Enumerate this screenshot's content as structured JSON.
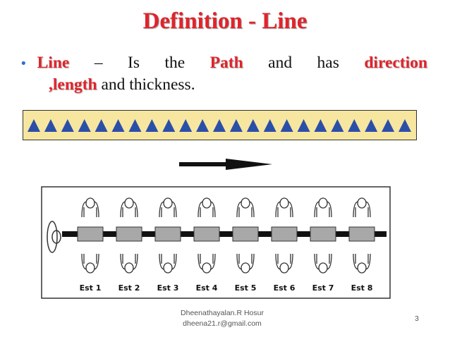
{
  "slide": {
    "title": "Definition - Line",
    "bullet": {
      "dot": "•",
      "w1": "Line",
      "w2": "–",
      "w3": "Is",
      "w4": "the",
      "w5": "Path",
      "w6": "and",
      "w7": "has",
      "w8": "direction",
      "w9": ",length",
      "w10": "and thickness."
    },
    "colors": {
      "highlight": "#e0242b",
      "band_fill": "#f6e6a0",
      "triangle": "#2b4fa8",
      "station": "#a8a8a8"
    },
    "triangle_count": 23,
    "stations": [
      "Est 1",
      "Est 2",
      "Est 3",
      "Est 4",
      "Est 5",
      "Est 6",
      "Est 7",
      "Est 8"
    ],
    "footer": {
      "author": "Dheenathayalan.R   Hosur",
      "email": "dheena21.r@gmail.com",
      "page": "3"
    }
  }
}
